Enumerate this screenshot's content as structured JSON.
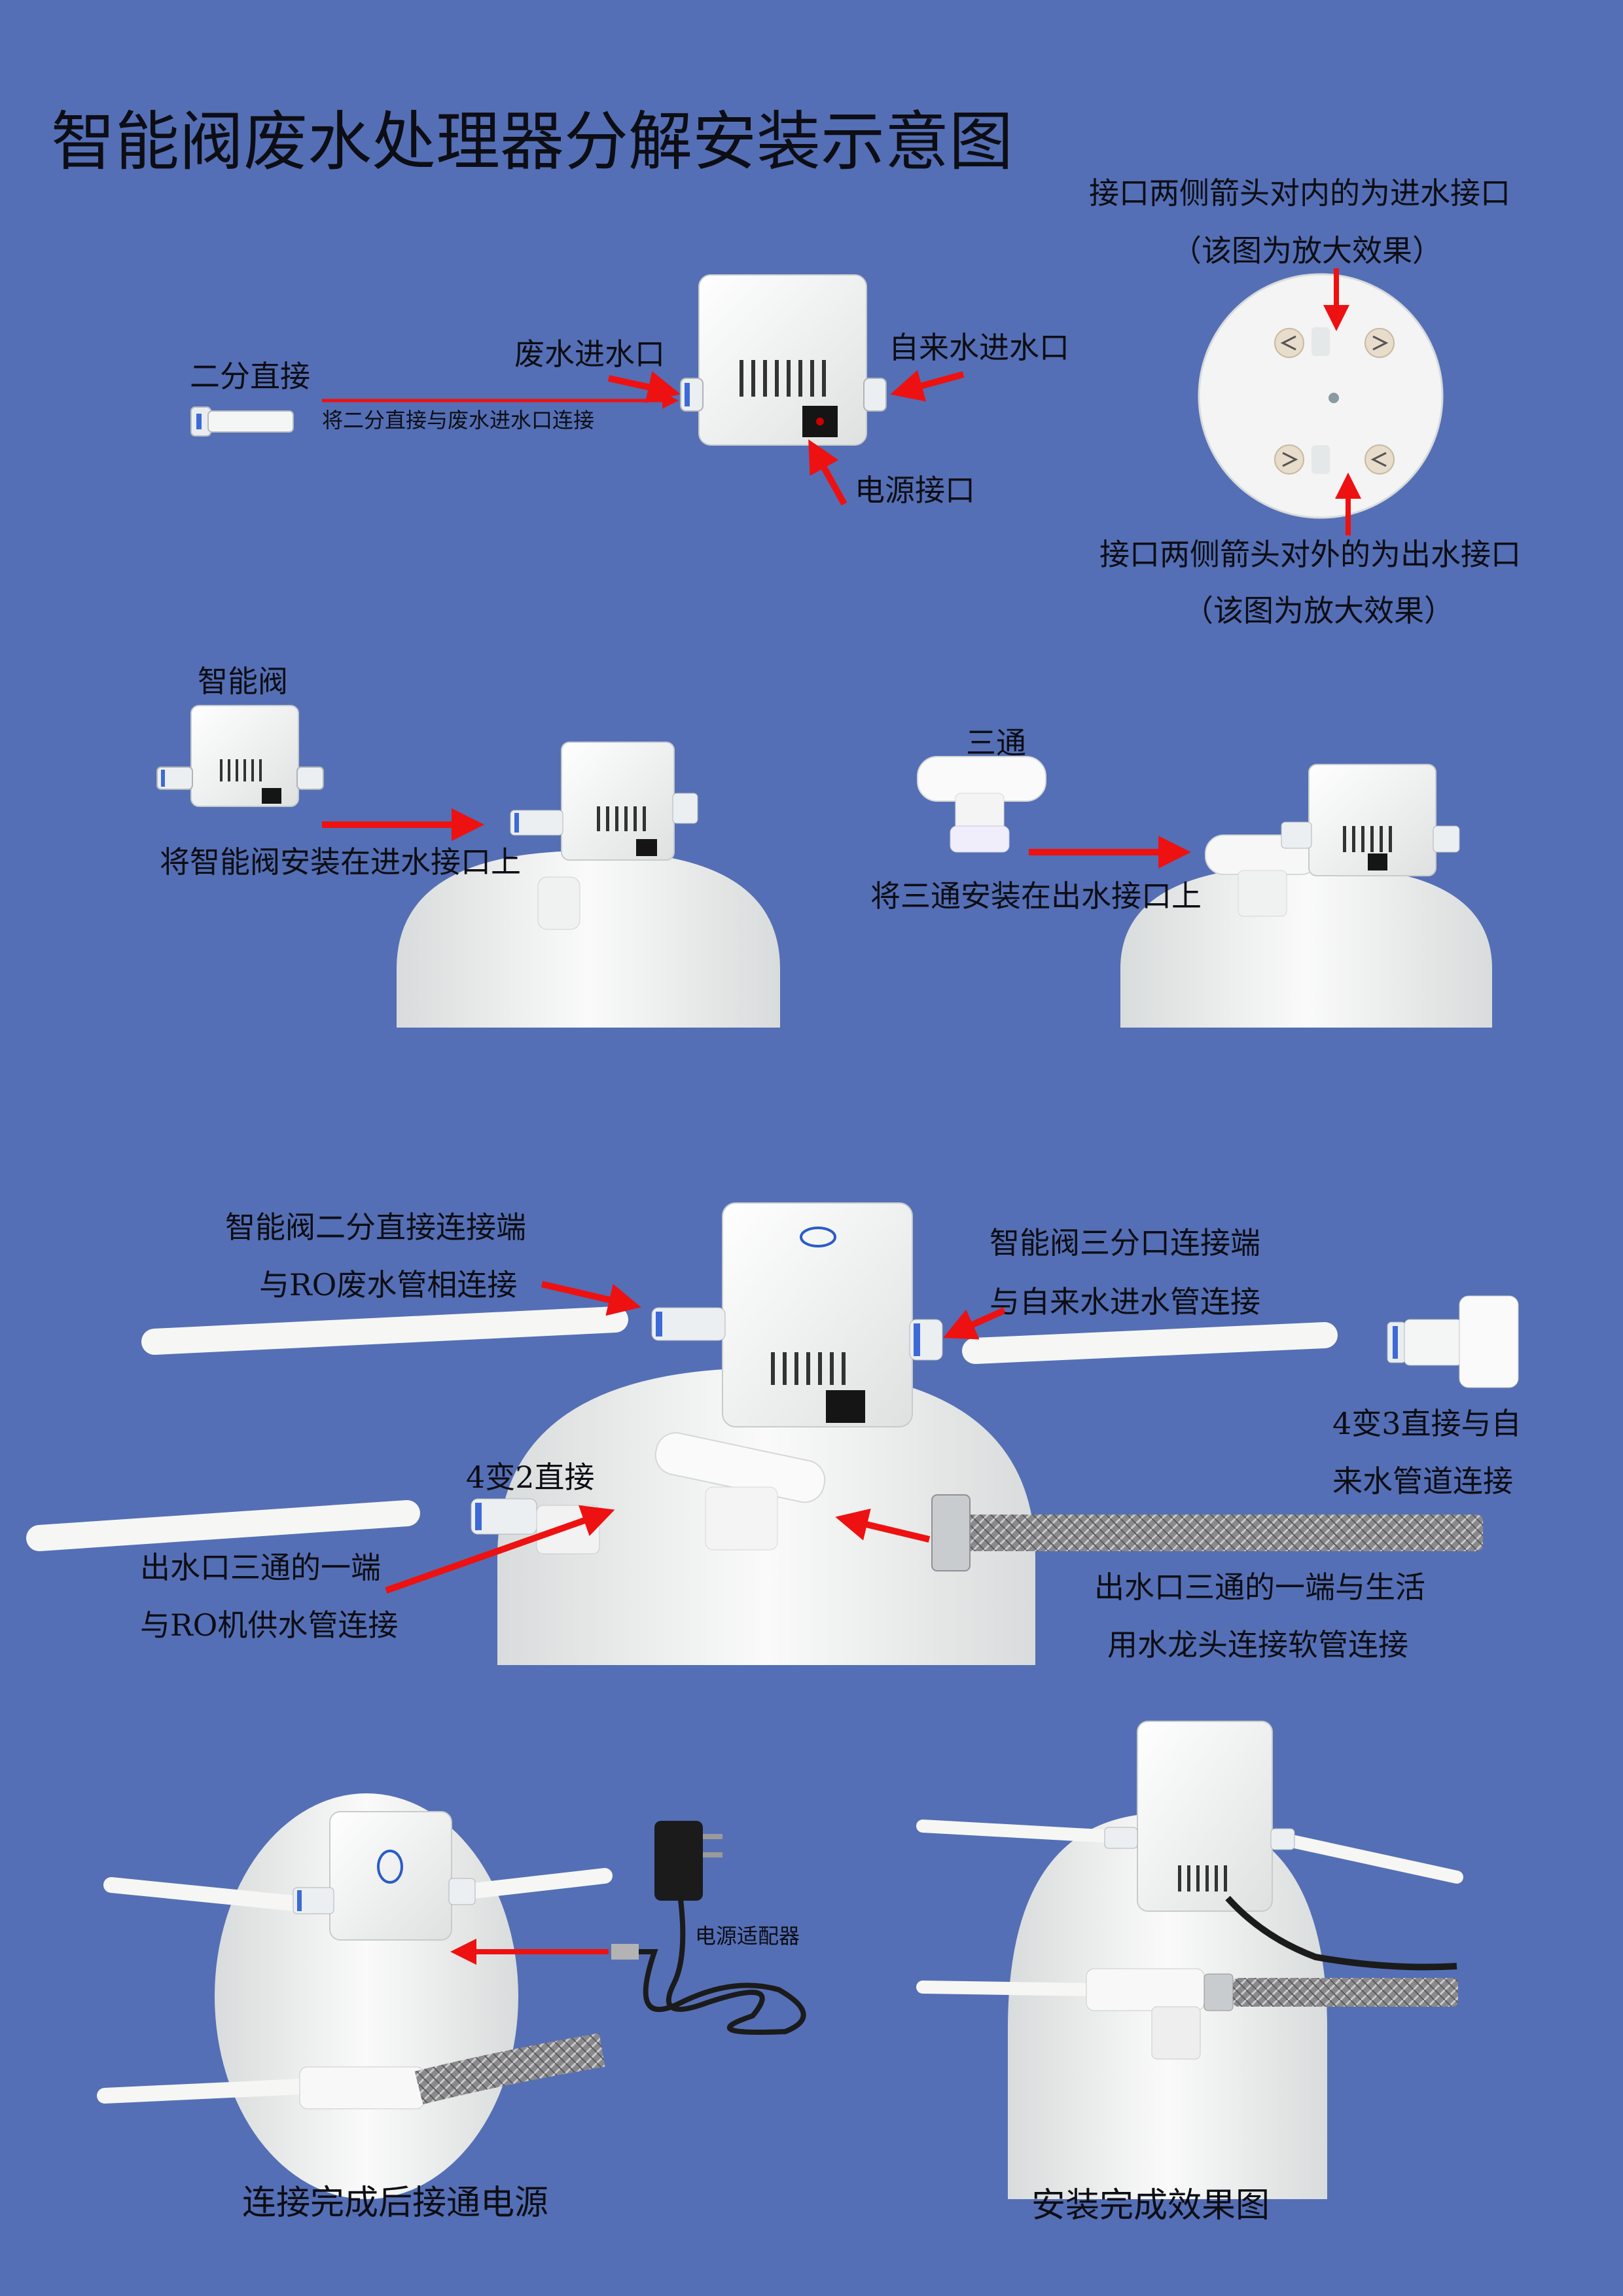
{
  "title": "智能阀废水处理器分解安装示意图",
  "colors": {
    "background": "#546fb5",
    "arrow": "#ee1111",
    "device": "#f2f3f2",
    "text": "#0d0d14"
  },
  "section1": {
    "label_straight": "二分直接",
    "label_connect_note": "将二分直接与废水进水口连接",
    "label_waste_inlet": "废水进水口",
    "label_tap_inlet": "自来水进水口",
    "label_power_port": "电源接口",
    "label_inlet_rule": "接口两侧箭头对内的为进水接口",
    "label_zoom_top": "（该图为放大效果）",
    "label_outlet_rule": "接口两侧箭头对外的为出水接口",
    "label_zoom_bottom": "（该图为放大效果）"
  },
  "section2": {
    "label_valve": "智能阀",
    "label_install_valve": "将智能阀安装在进水接口上",
    "label_tee": "三通",
    "label_install_tee": "将三通安装在出水接口上"
  },
  "section3": {
    "label_left_1": "智能阀二分直接连接端",
    "label_left_2": "与RO废水管相连接",
    "label_right_1": "智能阀三分口连接端",
    "label_right_2": "与自来水进水管连接",
    "label_43_1": "4变3直接与自",
    "label_43_2": "来水管道连接",
    "label_42": "4变2直接",
    "label_ro_1": "出水口三通的一端",
    "label_ro_2": "与RO机供水管连接",
    "label_hose_1": "出水口三通的一端与生活",
    "label_hose_2": "用水龙头连接软管连接"
  },
  "section4": {
    "label_adapter": "电源适配器",
    "caption_left": "连接完成后接通电源",
    "caption_right": "安装完成效果图"
  }
}
